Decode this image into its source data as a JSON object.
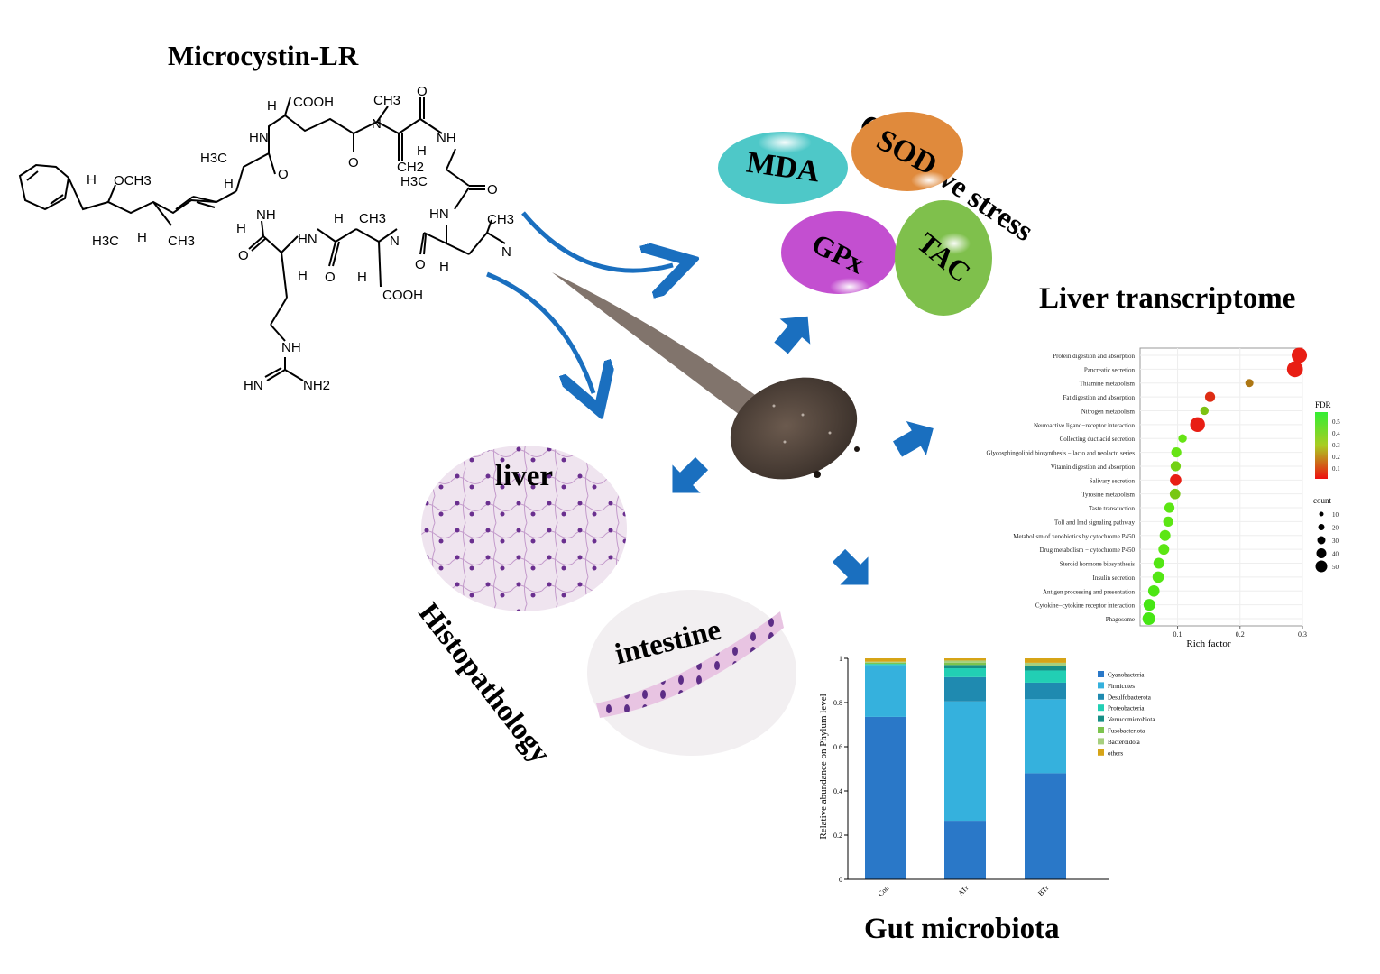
{
  "titles": {
    "microcystin": "Microcystin-LR",
    "oxidative": "Oxidative stress",
    "liver_transcriptome": "Liver transcriptome",
    "gut_microbiota": "Gut microbiota",
    "histopathology": "Histopathology",
    "liver": "liver",
    "intestine": "intestine"
  },
  "biomarkers": [
    "MDA",
    "SOD",
    "GPx",
    "TAC"
  ],
  "biomarker_colors": [
    "#4ec8c8",
    "#e08a3c",
    "#c34fd0",
    "#7fc04c"
  ],
  "arrow_color": "#1a6fbf",
  "molecule": {
    "cooh_top": "COOH",
    "ch3_nme": "CH3",
    "h_top": "H",
    "hn_1": "HN",
    "n_me": "N",
    "nh_right": "NH",
    "o_1": "O",
    "o_2": "O",
    "o_3": "O",
    "o_4": "O",
    "o_5": "O",
    "o_6": "O",
    "o_7": "O",
    "h3c_1": "H3C",
    "h_ome": "H",
    "och3": "OCH3",
    "h3c_2": "H3C",
    "h_2": "H",
    "ch3_2": "CH3",
    "ch2": "CH2",
    "h_3": "H",
    "h3c_3": "H3C",
    "h_4": "H",
    "nh_2": "NH",
    "h_5": "H",
    "h_ch3": "H",
    "ch3_3": "CH3",
    "hn_2": "HN",
    "ch3_leu": "CH3",
    "hn_3": "HN",
    "n_2": "N",
    "n_3": "N",
    "h_6": "H",
    "h_7": "H",
    "h_8": "H",
    "cooh_bottom": "COOH",
    "nh_arg": "NH",
    "hn_arg": "HN",
    "nh2_arg": "NH2",
    "h_hn": "H"
  },
  "chart_data": [
    {
      "type": "scatter",
      "title": "",
      "xlabel": "Rich factor",
      "ylabel": "",
      "xlim": [
        0.04,
        0.3
      ],
      "xticks": [
        "0.1",
        "0.2",
        "0.3"
      ],
      "legend_fdr_title": "FDR",
      "legend_fdr_ticks": [
        "0.5",
        "0.4",
        "0.3",
        "0.2",
        "0.1"
      ],
      "legend_count_title": "count",
      "legend_count_values": [
        "10",
        "20",
        "30",
        "40",
        "50"
      ],
      "points": [
        {
          "term": "Protein digestion and absorption",
          "rich": 0.295,
          "fdr": 0.02,
          "count": 45
        },
        {
          "term": "Pancreatic secretion",
          "rich": 0.288,
          "fdr": 0.02,
          "count": 50
        },
        {
          "term": "Thiamine metabolism",
          "rich": 0.215,
          "fdr": 0.2,
          "count": 5
        },
        {
          "term": "Fat digestion and absorption",
          "rich": 0.152,
          "fdr": 0.05,
          "count": 12
        },
        {
          "term": "Nitrogen metabolism",
          "rich": 0.143,
          "fdr": 0.35,
          "count": 6
        },
        {
          "term": "Neuroactive ligand−receptor interaction",
          "rich": 0.132,
          "fdr": 0.02,
          "count": 40
        },
        {
          "term": "Collecting duct acid secretion",
          "rich": 0.108,
          "fdr": 0.42,
          "count": 6
        },
        {
          "term": "Glycosphingolipid biosynthesis − lacto and neolacto series",
          "rich": 0.098,
          "fdr": 0.42,
          "count": 12
        },
        {
          "term": "Vitamin digestion and absorption",
          "rich": 0.097,
          "fdr": 0.38,
          "count": 12
        },
        {
          "term": "Salivary secretion",
          "rich": 0.097,
          "fdr": 0.02,
          "count": 18
        },
        {
          "term": "Tyrosine metabolism",
          "rich": 0.096,
          "fdr": 0.36,
          "count": 14
        },
        {
          "term": "Taste transduction",
          "rich": 0.087,
          "fdr": 0.45,
          "count": 12
        },
        {
          "term": "Toll and Imd signaling pathway",
          "rich": 0.085,
          "fdr": 0.45,
          "count": 12
        },
        {
          "term": "Metabolism of xenobiotics by cytochrome P450",
          "rich": 0.08,
          "fdr": 0.45,
          "count": 15
        },
        {
          "term": "Drug metabolism − cytochrome P450",
          "rich": 0.078,
          "fdr": 0.45,
          "count": 15
        },
        {
          "term": "Steroid hormone biosynthesis",
          "rich": 0.07,
          "fdr": 0.48,
          "count": 15
        },
        {
          "term": "Insulin secretion",
          "rich": 0.069,
          "fdr": 0.48,
          "count": 18
        },
        {
          "term": "Antigen processing and presentation",
          "rich": 0.062,
          "fdr": 0.5,
          "count": 18
        },
        {
          "term": "Cytokine−cytokine receptor interaction",
          "rich": 0.055,
          "fdr": 0.52,
          "count": 20
        },
        {
          "term": "Phagosome",
          "rich": 0.054,
          "fdr": 0.52,
          "count": 25
        }
      ]
    },
    {
      "type": "bar",
      "title": "",
      "xlabel": "",
      "ylabel": "Relative abundance on Phylum level",
      "ylim": [
        0,
        1
      ],
      "yticks": [
        "0",
        "0.2",
        "0.4",
        "0.6",
        "0.8",
        "1"
      ],
      "categories": [
        "Con",
        "ATr",
        "BTr"
      ],
      "series": [
        {
          "name": "Cyanobacteria",
          "color": "#2a78c8",
          "values": [
            0.735,
            0.265,
            0.48
          ]
        },
        {
          "name": "Firmicutes",
          "color": "#35b1dd",
          "values": [
            0.235,
            0.54,
            0.335
          ]
        },
        {
          "name": "Desulfobacterota",
          "color": "#1f8ab0",
          "values": [
            0.0,
            0.11,
            0.075
          ]
        },
        {
          "name": "Proteobacteria",
          "color": "#22cfb4",
          "values": [
            0.005,
            0.04,
            0.055
          ]
        },
        {
          "name": "Verrucomicrobiota",
          "color": "#178f86",
          "values": [
            0.0,
            0.015,
            0.02
          ]
        },
        {
          "name": "Fusobacteriota",
          "color": "#7dc44e",
          "values": [
            0.005,
            0.01,
            0.0
          ]
        },
        {
          "name": "Bacteroidota",
          "color": "#a6cf7e",
          "values": [
            0.005,
            0.01,
            0.015
          ]
        },
        {
          "name": "others",
          "color": "#d6a417",
          "values": [
            0.015,
            0.01,
            0.02
          ]
        }
      ]
    }
  ]
}
